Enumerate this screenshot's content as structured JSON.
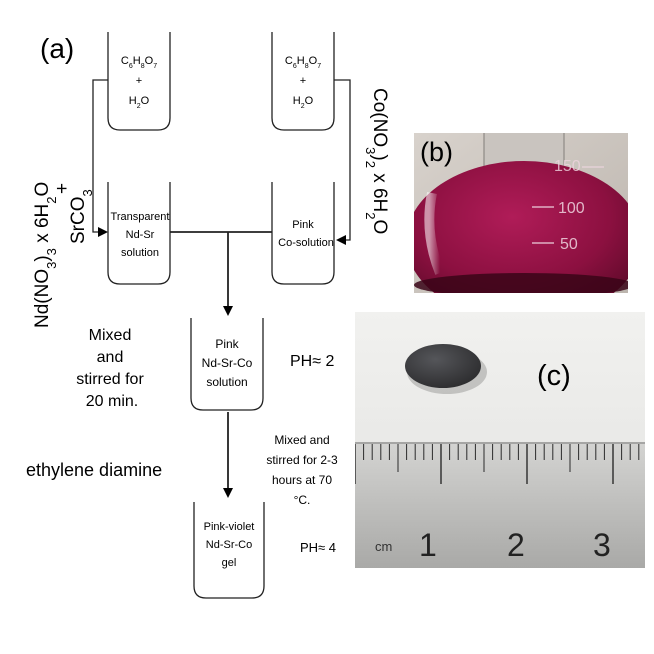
{
  "panel_labels": {
    "a": "(a)",
    "b": "(b)",
    "c": "(c)"
  },
  "flowchart": {
    "beaker_citric_left": {
      "formula": "C6H8O7",
      "plus": "+",
      "water": "H2O"
    },
    "beaker_citric_right": {
      "formula": "C6H8O7",
      "plus": "+",
      "water": "H2O"
    },
    "reagent_left": {
      "line1": "Nd(NO3)3 x 6H2O",
      "plus": "+",
      "line2": "SrCO3"
    },
    "reagent_right": {
      "line1": "Co(NO3)2 x 6H2O"
    },
    "beaker_ndsr": {
      "line1": "Transparent",
      "line2": "Nd-Sr",
      "line3": "solution"
    },
    "beaker_co": {
      "line1": "Pink",
      "line2": "Co-solution"
    },
    "beaker_mixed": {
      "line1": "Pink",
      "line2": "Nd-Sr-Co",
      "line3": "solution"
    },
    "beaker_gel": {
      "line1": "Pink-violet",
      "line2": "Nd-Sr-Co",
      "line3": "gel"
    },
    "step_mix": {
      "line1": "Mixed",
      "line2": "and",
      "line3": "stirred for",
      "line4": "20 min."
    },
    "ph_first": "PH≈ 2",
    "step_heat": {
      "line1": "Mixed and",
      "line2": "stirred for 2-3",
      "line3": "hours at 70",
      "line4": "°C."
    },
    "additive": "ethylene diamine",
    "ph_second": "PH≈ 4"
  },
  "photo_flask": {
    "scale_marks": [
      "150",
      "100",
      "50"
    ],
    "liquid_color": "#8c1040"
  },
  "photo_pellet": {
    "ruler_unit": "cm",
    "ruler_numbers": [
      "1",
      "2",
      "3"
    ],
    "pellet_color": "#3a3a3c"
  }
}
